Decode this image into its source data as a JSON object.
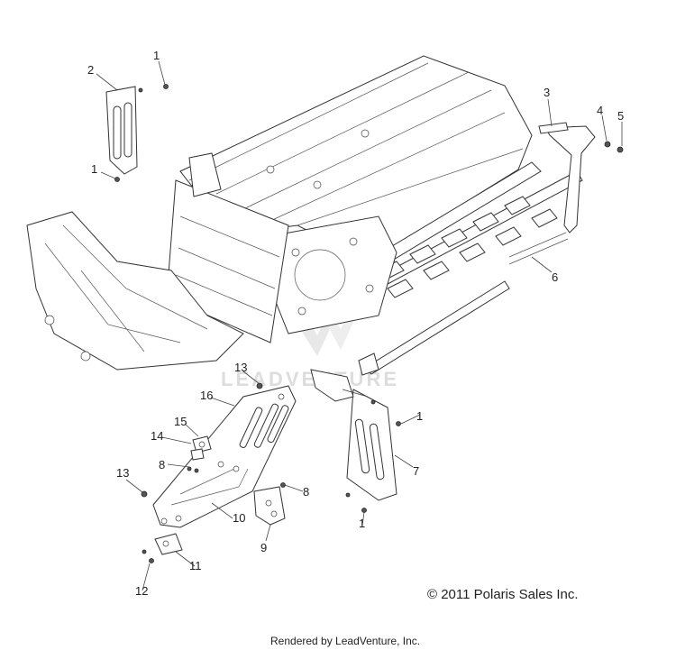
{
  "callouts": [
    {
      "id": "1",
      "label": "1"
    },
    {
      "id": "2",
      "label": "2"
    },
    {
      "id": "3",
      "label": "3"
    },
    {
      "id": "4",
      "label": "4"
    },
    {
      "id": "5",
      "label": "5"
    },
    {
      "id": "6",
      "label": "6"
    },
    {
      "id": "7",
      "label": "7"
    },
    {
      "id": "8",
      "label": "8"
    },
    {
      "id": "9",
      "label": "9"
    },
    {
      "id": "10",
      "label": "10"
    },
    {
      "id": "11",
      "label": "11"
    },
    {
      "id": "12",
      "label": "12"
    },
    {
      "id": "13",
      "label": "13"
    },
    {
      "id": "14",
      "label": "14"
    },
    {
      "id": "15",
      "label": "15"
    },
    {
      "id": "16",
      "label": "16"
    }
  ],
  "watermark": "LEADVENTURE",
  "copyright": "© 2011 Polaris Sales Inc.",
  "rendered_by": "Rendered by LeadVenture, Inc."
}
